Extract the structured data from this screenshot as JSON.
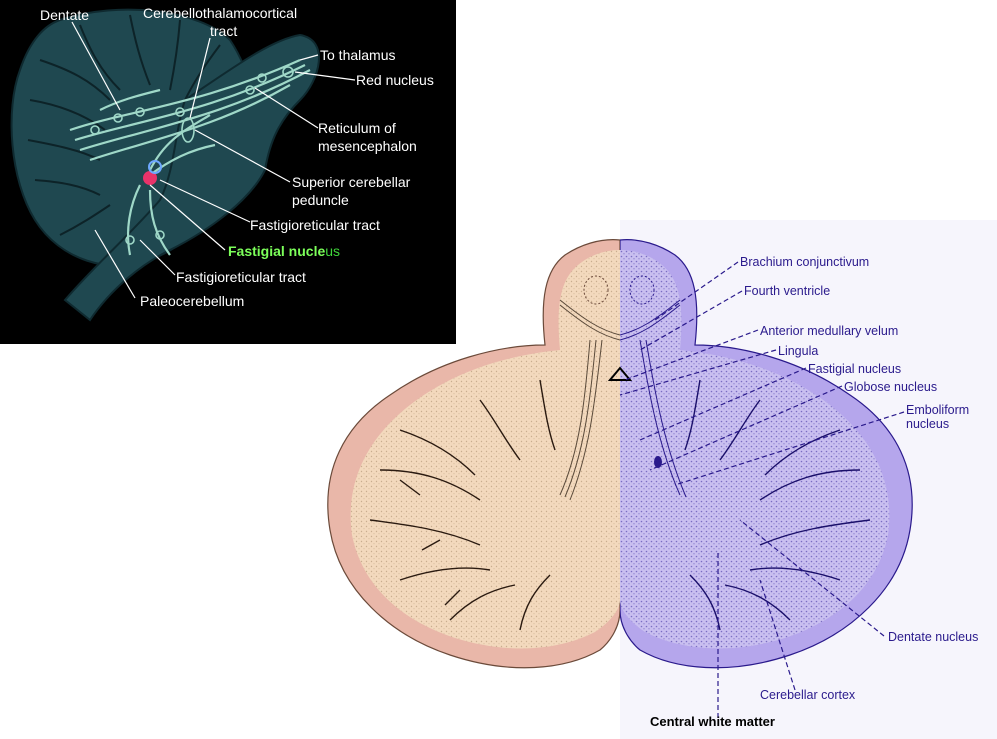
{
  "left_figure": {
    "labels": {
      "dentate": "Dentate",
      "cerebellothalamocortical_1": "Cerebellothalamocortical",
      "cerebellothalamocortical_2": "tract",
      "to_thalamus": "To thalamus",
      "red_nucleus": "Red nucleus",
      "reticulum_1": "Reticulum of",
      "reticulum_2": "mesencephalon",
      "superior_peduncle_1": "Superior cerebellar",
      "superior_peduncle_2": "peduncle",
      "fastigioreticular_upper": "Fastigioreticular tract",
      "fastigial_nucleus_a": "Fastigial nucle",
      "fastigial_nucleus_b": "us",
      "fastigioreticular_lower": "Fastigioreticular tract",
      "paleocerebellum": "Paleocerebellum"
    },
    "colors": {
      "background": "#000000",
      "tissue": "#1f4850",
      "tracts": "#9fd8c8",
      "highlight_label": "#7cff5a",
      "nucleus": "#e8336a"
    }
  },
  "right_figure": {
    "labels": {
      "brachium": "Brachium conjunctivum",
      "fourth_ventricle": "Fourth ventricle",
      "anterior_velum": "Anterior medullary velum",
      "lingula": "Lingula",
      "fastigial": "Fastigial nucleus",
      "globose": "Globose nucleus",
      "emboliform_1": "Emboliform",
      "emboliform_2": "nucleus",
      "dentate": "Dentate nucleus",
      "cortex": "Cerebellar cortex",
      "white_matter": "Central white matter"
    },
    "colors": {
      "left_half_tissue": "#f3d9bd",
      "left_half_cortex": "#e9b7a9",
      "right_half_tissue": "#c9bff0",
      "right_half_cortex": "#b5a6ec",
      "label_text": "#2a1a8c",
      "leader_lines": "#2a1a8c"
    }
  }
}
